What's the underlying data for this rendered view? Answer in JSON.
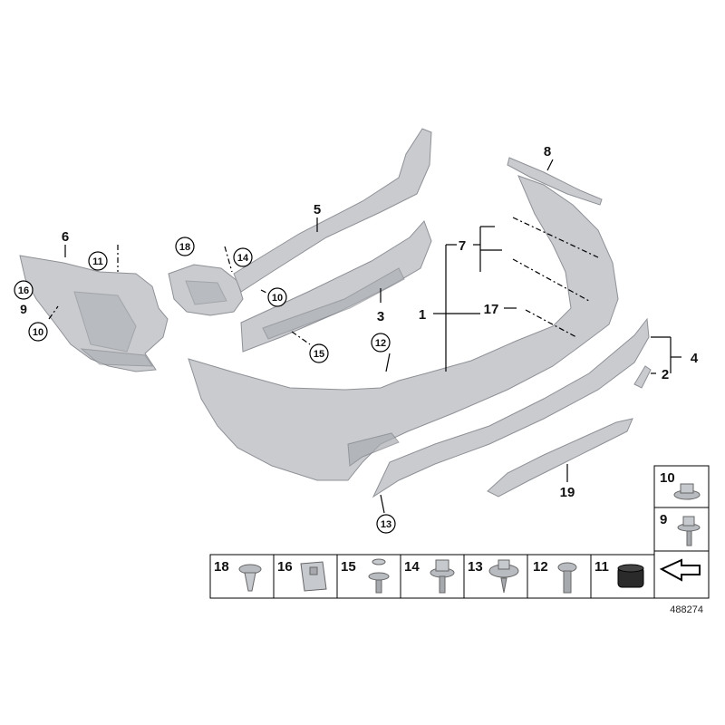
{
  "labels": {
    "p1": "1",
    "p2": "2",
    "p3": "3",
    "p4": "4",
    "p5": "5",
    "p6": "6",
    "p7": "7",
    "p8": "8",
    "p9a": "9",
    "p10a": "10",
    "p10b": "10",
    "p11a": "11",
    "p12a": "12",
    "p13a": "13",
    "p14a": "14",
    "p15a": "15",
    "p16a": "16",
    "p17": "17",
    "p18a": "18",
    "p19": "19"
  },
  "legend": {
    "right": [
      {
        "number": "10",
        "icon": "flange-nut-icon"
      },
      {
        "number": "9",
        "icon": "collar-screw-icon"
      }
    ],
    "bottom": [
      {
        "number": "18",
        "icon": "expanding-rivet-icon"
      },
      {
        "number": "16",
        "icon": "clip-nut-icon"
      },
      {
        "number": "15",
        "icon": "push-clip-icon"
      },
      {
        "number": "14",
        "icon": "hex-collar-screw-icon"
      },
      {
        "number": "13",
        "icon": "sheet-metal-screw-icon"
      },
      {
        "number": "12",
        "icon": "torx-screw-icon"
      },
      {
        "number": "11",
        "icon": "rubber-buffer-icon"
      }
    ]
  },
  "diagram_id": "488274"
}
